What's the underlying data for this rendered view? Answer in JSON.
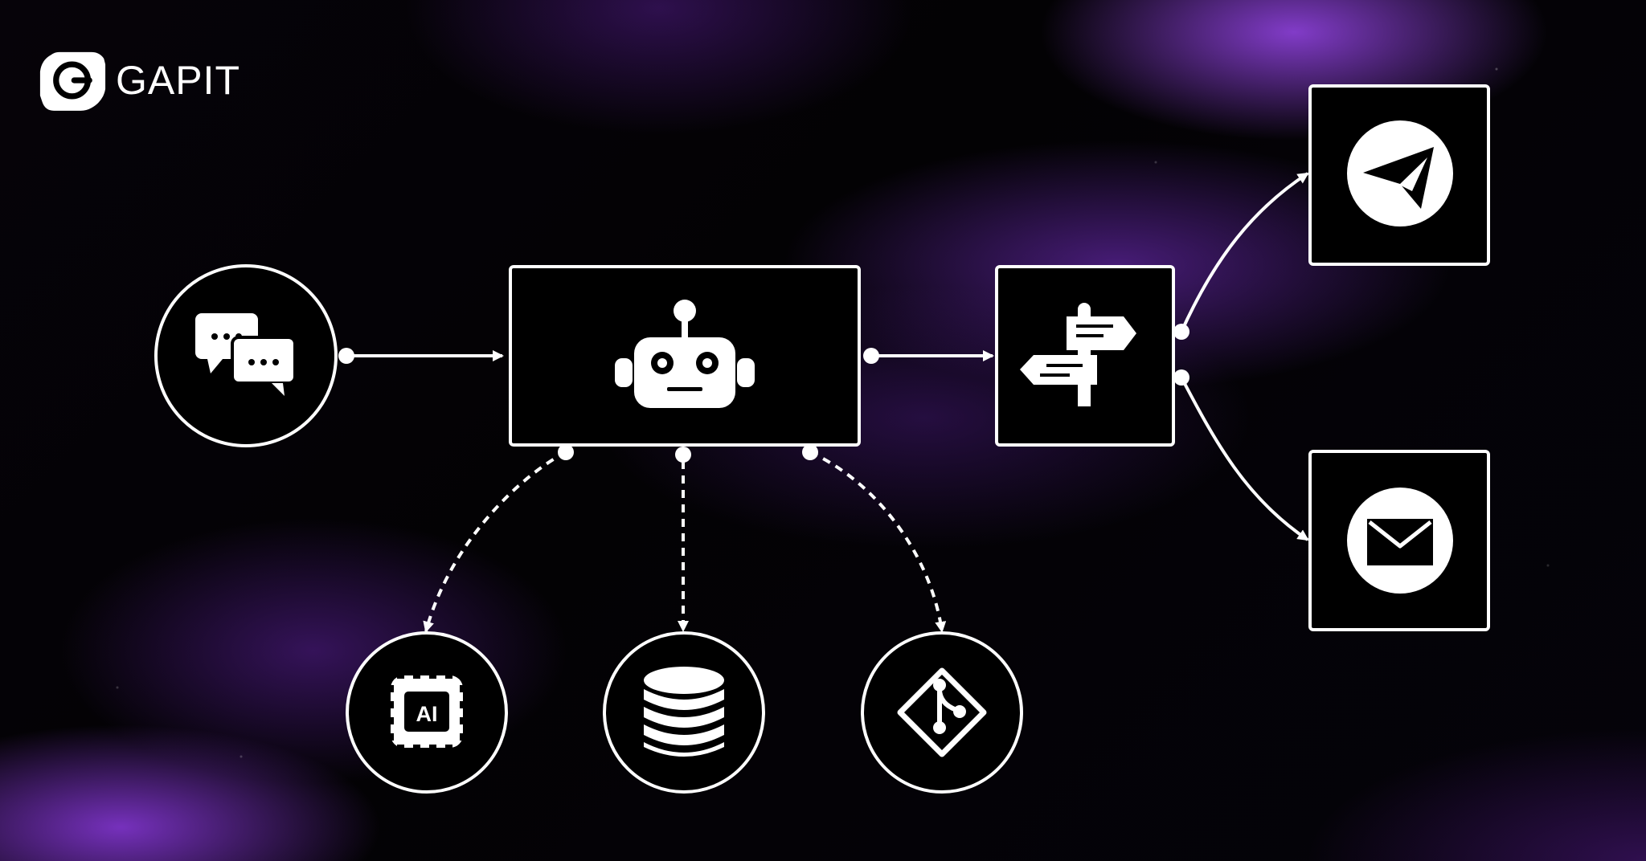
{
  "brand": {
    "name": "GAPIT",
    "logo_icon": "gapit-logo-icon"
  },
  "diagram": {
    "nodes": [
      {
        "id": "chat",
        "icon": "chat-bubbles-icon"
      },
      {
        "id": "bot",
        "icon": "robot-icon"
      },
      {
        "id": "router",
        "icon": "signpost-icon"
      },
      {
        "id": "telegram",
        "icon": "telegram-icon"
      },
      {
        "id": "email",
        "icon": "email-icon"
      },
      {
        "id": "ai",
        "icon": "ai-chip-icon",
        "label": "AI"
      },
      {
        "id": "database",
        "icon": "database-icon"
      },
      {
        "id": "git",
        "icon": "git-icon"
      }
    ],
    "connections": [
      {
        "from": "chat",
        "to": "bot",
        "style": "solid"
      },
      {
        "from": "bot",
        "to": "router",
        "style": "solid"
      },
      {
        "from": "router",
        "to": "telegram",
        "style": "solid"
      },
      {
        "from": "router",
        "to": "email",
        "style": "solid"
      },
      {
        "from": "bot",
        "to": "ai",
        "style": "dashed"
      },
      {
        "from": "bot",
        "to": "database",
        "style": "dashed"
      },
      {
        "from": "bot",
        "to": "git",
        "style": "dashed"
      }
    ],
    "colors": {
      "line": "#ffffff",
      "background": "#050307",
      "accent": "#9d4dff"
    }
  }
}
